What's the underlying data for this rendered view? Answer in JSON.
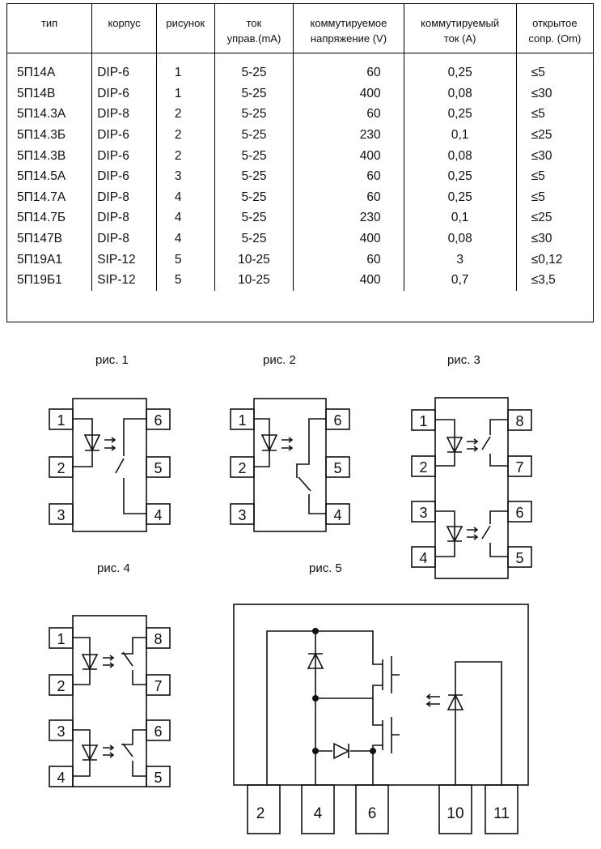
{
  "table": {
    "headers": [
      [
        "тип"
      ],
      [
        "корпус"
      ],
      [
        "рисунок"
      ],
      [
        "ток",
        "управ.(mA)"
      ],
      [
        "коммутируемое",
        "напряжение (V)"
      ],
      [
        "коммутируемый",
        "ток (A)"
      ],
      [
        "открытое",
        "сопр. (Om)"
      ]
    ],
    "rows": [
      [
        "5П14А",
        "DIP-6",
        "1",
        "5-25",
        "60",
        "0,25",
        "≤5"
      ],
      [
        "5П14В",
        "DIP-6",
        "1",
        "5-25",
        "400",
        "0,08",
        "≤30"
      ],
      [
        "5П14.3А",
        "DIP-8",
        "2",
        "5-25",
        "60",
        "0,25",
        "≤5"
      ],
      [
        "5П14.3Б",
        "DIP-6",
        "2",
        "5-25",
        "230",
        "0,1",
        "≤25"
      ],
      [
        "5П14.3В",
        "DIP-6",
        "2",
        "5-25",
        "400",
        "0,08",
        "≤30"
      ],
      [
        "5П14.5А",
        "DIP-6",
        "3",
        "5-25",
        "60",
        "0,25",
        "≤5"
      ],
      [
        "5П14.7А",
        "DIP-8",
        "4",
        "5-25",
        "60",
        "0,25",
        "≤5"
      ],
      [
        "5П14.7Б",
        "DIP-8",
        "4",
        "5-25",
        "230",
        "0,1",
        "≤25"
      ],
      [
        "5П147В",
        "DIP-8",
        "4",
        "5-25",
        "400",
        "0,08",
        "≤30"
      ],
      [
        "5П19А1",
        "SIP-12",
        "5",
        "10-25",
        "60",
        "3",
        "≤0,12"
      ],
      [
        "5П19Б1",
        "SIP-12",
        "5",
        "10-25",
        "400",
        "0,7",
        "≤3,5"
      ]
    ]
  },
  "figures": {
    "fig1": {
      "caption": "рис. 1",
      "pins": [
        "1",
        "2",
        "3",
        "6",
        "5",
        "4"
      ]
    },
    "fig2": {
      "caption": "рис. 2",
      "pins": [
        "1",
        "2",
        "3",
        "6",
        "5",
        "4"
      ]
    },
    "fig3": {
      "caption": "рис. 3",
      "pins": [
        "1",
        "2",
        "3",
        "4",
        "8",
        "7",
        "6",
        "5"
      ]
    },
    "fig4": {
      "caption": "рис. 4",
      "pins": [
        "1",
        "2",
        "3",
        "4",
        "8",
        "7",
        "6",
        "5"
      ]
    },
    "fig5": {
      "caption": "рис. 5",
      "pins": [
        "2",
        "4",
        "6",
        "10",
        "11"
      ]
    }
  }
}
